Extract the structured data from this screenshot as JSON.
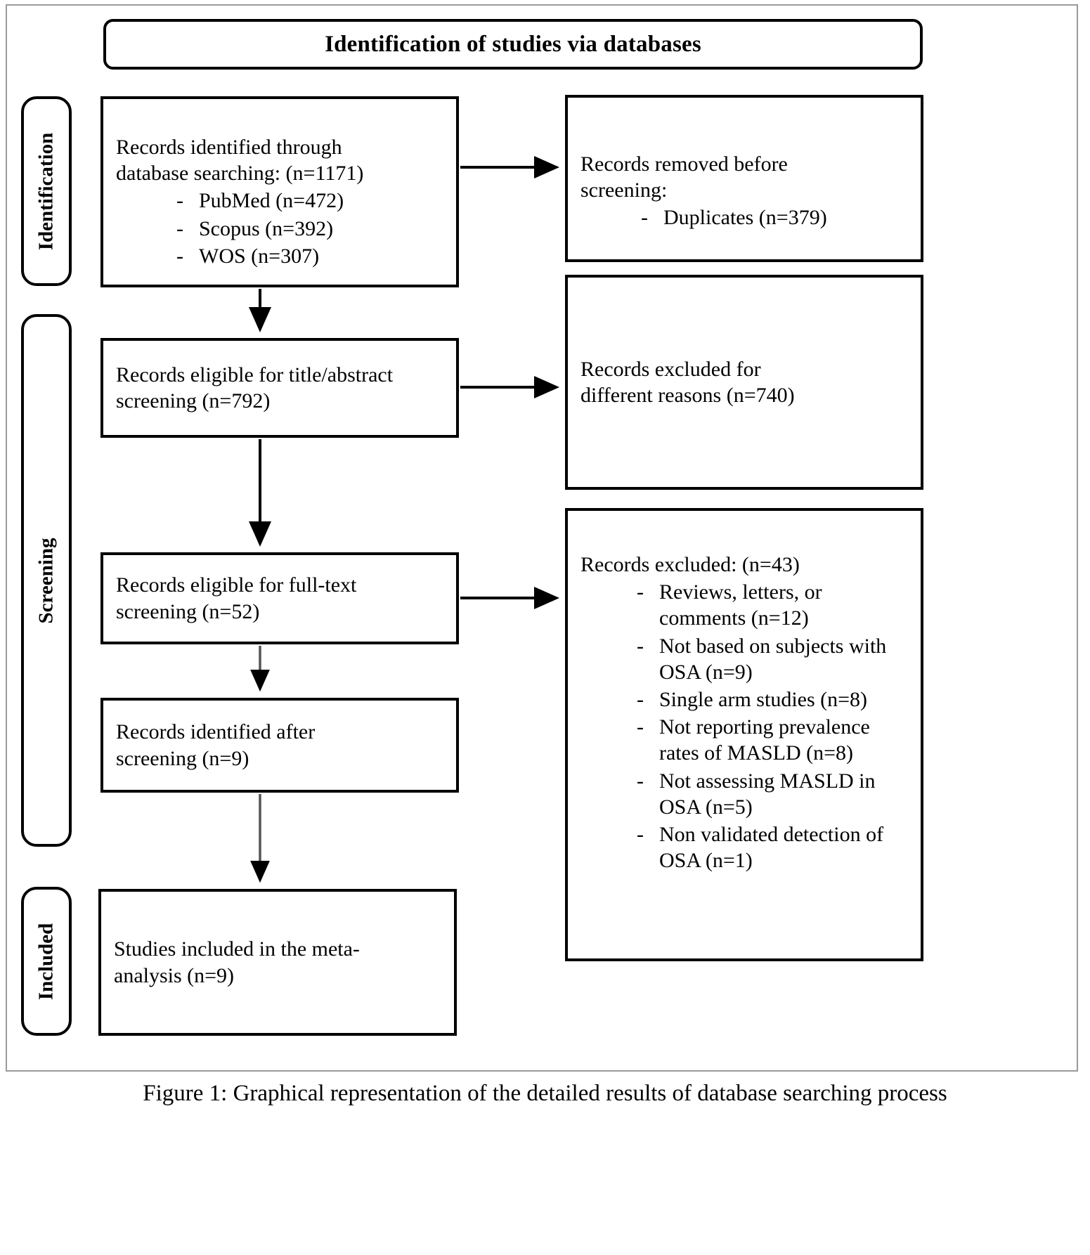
{
  "figure": {
    "title_banner": "Identification of studies via databases",
    "caption": "Figure 1: Graphical representation of the detailed results of database searching process"
  },
  "stages": [
    {
      "key": "identification",
      "label": "Identification"
    },
    {
      "key": "screening",
      "label": "Screening"
    },
    {
      "key": "included",
      "label": "Included"
    }
  ],
  "flow": {
    "identified": {
      "line1": "Records identified through",
      "line2": "database searching: (n=1171)",
      "sources": [
        {
          "bullet": "-",
          "text": "PubMed (n=472)"
        },
        {
          "bullet": "-",
          "text": "Scopus (n=392)"
        },
        {
          "bullet": "-",
          "text": "WOS (n=307)"
        }
      ]
    },
    "title_abstract": {
      "line1": "Records eligible for title/abstract",
      "line2": "screening (n=792)"
    },
    "fulltext": {
      "line1": "Records eligible for full-text",
      "line2": "screening (n=52)"
    },
    "after_screening": {
      "line1": "Records identified after",
      "line2": "screening (n=9)"
    },
    "included": {
      "line1": "Studies included in the meta-",
      "line2": "analysis (n=9)"
    }
  },
  "exclusions": {
    "removed_before_screening": {
      "line1": "Records removed before",
      "line2": "screening:",
      "items": [
        {
          "bullet": "-",
          "text": "Duplicates (n=379)"
        }
      ]
    },
    "excluded_reasons": {
      "line1": "Records excluded for",
      "line2": "different reasons (n=740)"
    },
    "excluded_detailed": {
      "header": "Records excluded: (n=43)",
      "items": [
        {
          "bullet": "-",
          "text": "Reviews, letters, or comments (n=12)"
        },
        {
          "bullet": "-",
          "text": "Not based on subjects with OSA (n=9)"
        },
        {
          "bullet": "-",
          "text": "Single arm studies (n=8)"
        },
        {
          "bullet": "-",
          "text": "Not reporting prevalence rates of MASLD (n=8)"
        },
        {
          "bullet": "-",
          "text": "Not assessing MASLD in OSA (n=5)"
        },
        {
          "bullet": "-",
          "text": "Non validated detection of OSA (n=1)"
        }
      ]
    }
  },
  "chart_data": {
    "type": "diagram",
    "title": "Identification of studies via databases",
    "nodes": [
      {
        "id": "identified",
        "stage": "Identification",
        "label": "Records identified through database searching",
        "n": 1171,
        "breakdown": [
          {
            "source": "PubMed",
            "n": 472
          },
          {
            "source": "Scopus",
            "n": 392
          },
          {
            "source": "WOS",
            "n": 307
          }
        ]
      },
      {
        "id": "removed",
        "stage": "Identification",
        "label": "Records removed before screening",
        "n": 379,
        "breakdown": [
          {
            "reason": "Duplicates",
            "n": 379
          }
        ]
      },
      {
        "id": "title_abstract",
        "stage": "Screening",
        "label": "Records eligible for title/abstract screening",
        "n": 792
      },
      {
        "id": "excluded_reasons",
        "stage": "Screening",
        "label": "Records excluded for different reasons",
        "n": 740
      },
      {
        "id": "fulltext",
        "stage": "Screening",
        "label": "Records eligible for full-text screening",
        "n": 52
      },
      {
        "id": "excluded_detailed",
        "stage": "Screening",
        "label": "Records excluded",
        "n": 43,
        "breakdown": [
          {
            "reason": "Reviews, letters, or comments",
            "n": 12
          },
          {
            "reason": "Not based on subjects with OSA",
            "n": 9
          },
          {
            "reason": "Single arm studies",
            "n": 8
          },
          {
            "reason": "Not reporting prevalence rates of MASLD",
            "n": 8
          },
          {
            "reason": "Not assessing MASLD in OSA",
            "n": 5
          },
          {
            "reason": "Non validated detection of OSA",
            "n": 1
          }
        ]
      },
      {
        "id": "after_screening",
        "stage": "Screening",
        "label": "Records identified after screening",
        "n": 9
      },
      {
        "id": "included",
        "stage": "Included",
        "label": "Studies included in the meta-analysis",
        "n": 9
      }
    ],
    "edges": [
      {
        "from": "identified",
        "to": "removed",
        "dir": "right"
      },
      {
        "from": "identified",
        "to": "title_abstract",
        "dir": "down"
      },
      {
        "from": "title_abstract",
        "to": "excluded_reasons",
        "dir": "right"
      },
      {
        "from": "title_abstract",
        "to": "fulltext",
        "dir": "down"
      },
      {
        "from": "fulltext",
        "to": "excluded_detailed",
        "dir": "right"
      },
      {
        "from": "fulltext",
        "to": "after_screening",
        "dir": "down"
      },
      {
        "from": "after_screening",
        "to": "included",
        "dir": "down"
      }
    ]
  }
}
